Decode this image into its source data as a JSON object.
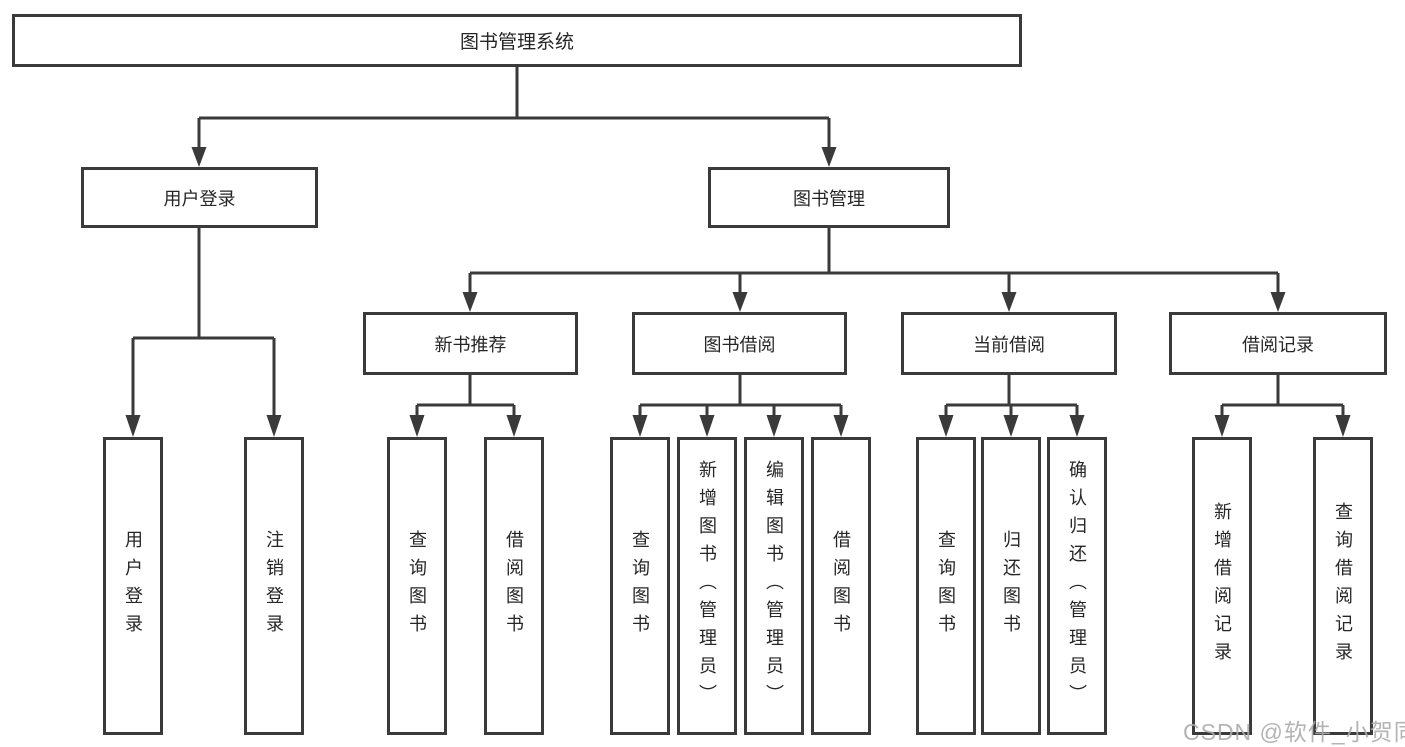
{
  "diagram": {
    "root": {
      "label": "图书管理系统"
    },
    "level2": [
      {
        "label": "用户登录"
      },
      {
        "label": "图书管理"
      }
    ],
    "level3": [
      {
        "label": "新书推荐",
        "parent": "图书管理"
      },
      {
        "label": "图书借阅",
        "parent": "图书管理"
      },
      {
        "label": "当前借阅",
        "parent": "图书管理"
      },
      {
        "label": "借阅记录",
        "parent": "图书管理"
      }
    ],
    "leaves": [
      {
        "label": "用户登录",
        "parent": "用户登录"
      },
      {
        "label": "注销登录",
        "parent": "用户登录"
      },
      {
        "label": "查询图书",
        "parent": "新书推荐"
      },
      {
        "label": "借阅图书",
        "parent": "新书推荐"
      },
      {
        "label": "查询图书",
        "parent": "图书借阅"
      },
      {
        "label": "新增图书（管理员）",
        "parent": "图书借阅"
      },
      {
        "label": "编辑图书（管理员）",
        "parent": "图书借阅"
      },
      {
        "label": "借阅图书",
        "parent": "图书借阅"
      },
      {
        "label": "查询图书",
        "parent": "当前借阅"
      },
      {
        "label": "归还图书",
        "parent": "当前借阅"
      },
      {
        "label": "确认归还（管理员）",
        "parent": "当前借阅"
      },
      {
        "label": "新增借阅记录",
        "parent": "借阅记录"
      },
      {
        "label": "查询借阅记录",
        "parent": "借阅记录"
      }
    ]
  },
  "watermark": {
    "text": "CSDN @软件_小贺同学"
  },
  "colors": {
    "line": "#3a3a3a",
    "box_border": "#3a3a3a",
    "box_fill": "#ffffff",
    "text": "#262626",
    "watermark": "#acacac",
    "background": "#ffffff"
  }
}
